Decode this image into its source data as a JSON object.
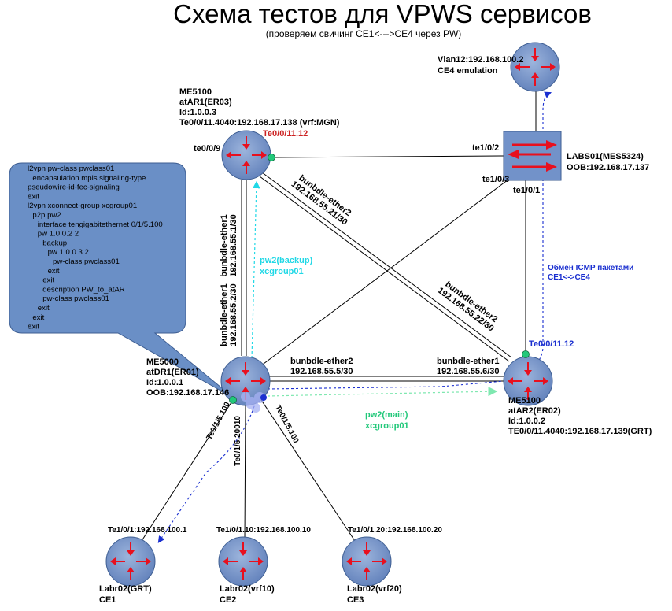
{
  "title": "Схема тестов для VPWS сервисов",
  "subtitle": "(проверяем свичинг CE1<--->CE4 через PW)",
  "colors": {
    "router_fill": "#7292c9",
    "router_stroke": "#3e5e92",
    "arrow_red": "#e8101e",
    "config_bubble": "#6a8fc6",
    "pw_backup": "#20d8e6",
    "pw_main": "#22c87a",
    "icmp": "#1a2fd0",
    "te_red": "#cc2222"
  },
  "devices": {
    "ce4": {
      "line1": "Vlan12:192.168.100.2",
      "line2": "CE4 emulation"
    },
    "atar1": {
      "line1": "ME5100",
      "line2": "atAR1(ER03)",
      "line3": "Id:1.0.0.3",
      "line4": "Te0/0/11.4040:192.168.17.138 (vrf:MGN)",
      "te_label": "Te0/0/11.12",
      "port_left": "te0/0/9"
    },
    "labs01": {
      "line1": "LABS01(MES5324)",
      "line2": "OOB:192.168.17.137",
      "port_te102": "te1/0/2",
      "port_te103": "te1/0/3",
      "port_te101": "te1/0/1"
    },
    "atdr1": {
      "line1": "ME5000",
      "line2": "atDR1(ER01)",
      "line3": "Id:1.0.0.1",
      "line4": "OOB:192.168.17.146"
    },
    "atar2": {
      "te_label": "Te0/0/11.12",
      "line1": "ME5100",
      "line2": "atAR2(ER02)",
      "line3": "Id:1.0.0.2",
      "line4": "TE0/0/11.4040:192.168.17.139(GRT)"
    },
    "ce1": {
      "top": "Te1/0/1:192.168.100.1",
      "line1": "Labr02(GRT)",
      "line2": "CE1"
    },
    "ce2": {
      "top": "Te1/0/1.10:192.168.100.10",
      "line1": "Labr02(vrf10)",
      "line2": "CE2"
    },
    "ce3": {
      "top": "Te1/0/1.20:192.168.100.20",
      "line1": "Labr02(vrf20)",
      "line2": "CE3"
    }
  },
  "links": {
    "bundle_ar1_dr1_top": {
      "line1": "bunbdle-ether1",
      "line2": "192.168.55.1/30"
    },
    "bundle_ar1_dr1_bot": {
      "line1": "bunbdle-ether1",
      "line2": "192.168.55.2/30"
    },
    "bundle_ar1_ar2_top": {
      "line1": "bunbdle-ether2",
      "line2": "192.168.55.21/30"
    },
    "bundle_ar1_ar2_bot": {
      "line1": "bunbdle-ether2",
      "line2": "192.168.55.22/30"
    },
    "bundle_dr1_ar2_left": {
      "line1": "bunbdle-ether2",
      "line2": "192.168.55.5/30"
    },
    "bundle_dr1_ar2_right": {
      "line1": "bunbdle-ether1",
      "line2": "192.168.55.6/30"
    },
    "dr1_ce1": "Te0/1/5.100",
    "dr1_ce2": "Te0/1/5.20010",
    "dr1_ce3": "Te0/1/5.100"
  },
  "pseudowires": {
    "backup": {
      "line1": "pw2(backup)",
      "line2": "xcgroup01"
    },
    "main": {
      "line1": "pw2(main)",
      "line2": "xcgroup01"
    },
    "icmp": {
      "line1": "Обмен ICMP пакетами",
      "line2": "CE1<->CE4"
    }
  },
  "config_lines": [
    "l2vpn pw-class pwclass01",
    "  encapsulation mpls signaling-type",
    "pseudowire-id-fec-signaling",
    "exit",
    "l2vpn xconnect-group xcgroup01",
    "  p2p pw2",
    "    interface tengigabitethernet 0/1/5.100",
    "    pw 1.0.0.2 2",
    "      backup",
    "        pw 1.0.0.3 2",
    "          pw-class pwclass01",
    "        exit",
    "      exit",
    "      description PW_to_atAR",
    "      pw-class pwclass01",
    "    exit",
    "  exit",
    "exit"
  ]
}
